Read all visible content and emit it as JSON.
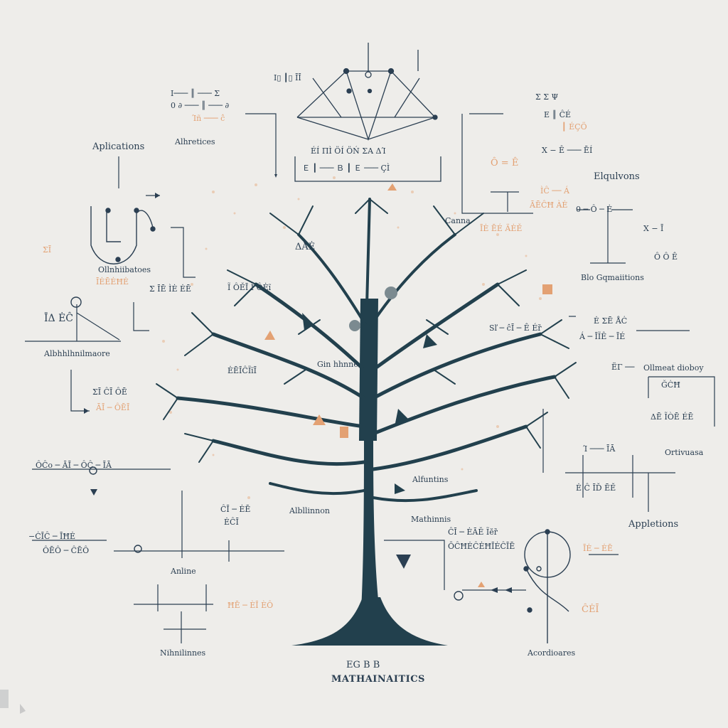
{
  "labels": {
    "applications_top_left": "Aplications",
    "algebra_top": "Alhretices",
    "calculus_left": "Ollnhiibatoes",
    "mathematics_left": "Albhhlhnilmaore",
    "equations_right": "Elqulvons",
    "bio_right": "Blo Gqmaiitions",
    "applications_bottom_right": "Appletions",
    "geometry_right": "Ortivuasa",
    "aboutory": "Ollmeat dioboy",
    "anline": "Anline",
    "nihninnos": "Nihnilinnes",
    "acordibres": "Acordioares",
    "canna": "Canna",
    "alblinnon": "Albllinnon",
    "gin_manline": "Gin hhnne",
    "albfunction": "Alfuntins",
    "moth": "Mathinnis",
    "title_sub": "EG B B",
    "title": "MATHAINAITICS"
  },
  "colors": {
    "ink": "#2b3f52",
    "accent": "#e0945a",
    "tree": "#22404d",
    "background": "#eeedea"
  }
}
